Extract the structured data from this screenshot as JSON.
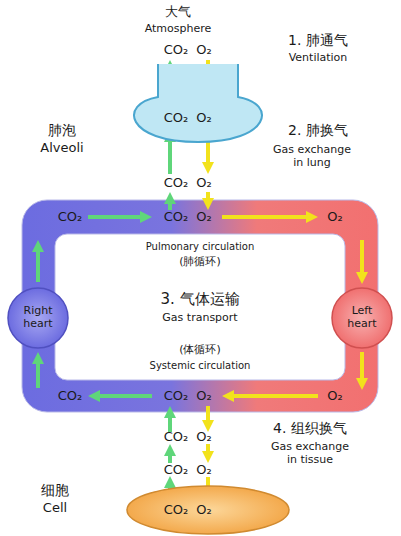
{
  "diagram": {
    "nodes": [
      {
        "text": [
          "CO₂",
          "O₂"
        ]
      },
      {
        "text": [
          "Right heart"
        ]
      },
      {
        "text": [
          "Left heart"
        ]
      },
      {
        "text": [
          "CO₂",
          "O₂"
        ]
      }
    ],
    "labels": [
      "大气",
      "Atmosphere",
      "CO₂",
      "O₂",
      "1. 肺通气",
      "Ventilation",
      "肺泡",
      "Alveoli",
      "2. 肺换气",
      "Gas exchange in lung",
      "CO₂",
      "O₂",
      "CO₂",
      "CO₂",
      "O₂",
      "O₂",
      "Pulmonary circulation",
      "(肺循环)",
      "3. 气体运输",
      "Gas transport",
      "(体循环)",
      "Systemic circulation",
      "CO₂",
      "CO₂",
      "O₂",
      "O₂",
      "CO₂",
      "O₂",
      "4. 组织换气",
      "Gas exchange in tissue",
      "CO₂",
      "O₂",
      "细胞",
      "Cell"
    ]
  }
}
